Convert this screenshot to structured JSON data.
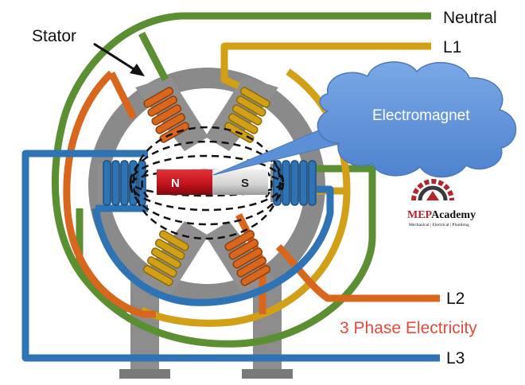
{
  "labels": {
    "stator": "Stator",
    "neutral": "Neutral",
    "l1": "L1",
    "l2": "L2",
    "l3": "L3",
    "electromagnet": "Electromagnet",
    "phase_caption": "3 Phase Electricity"
  },
  "magnet": {
    "north": "N",
    "south": "S"
  },
  "brand": {
    "name_part1": "MEP",
    "name_part2": "Academy",
    "tagline": "Mechanical | Electrical | Plumbing"
  },
  "colors": {
    "neutral_wire": "#5a8f32",
    "l1_wire": "#d1a017",
    "l2_wire": "#d8661d",
    "l3_wire": "#2e74b5",
    "stator": "#8a8a8a",
    "north_pole": "#c0121b",
    "south_pole": "#d4d4d4",
    "cloud": "#5b8fd6",
    "caption": "#e8483c",
    "brand_red": "#b3262b"
  }
}
